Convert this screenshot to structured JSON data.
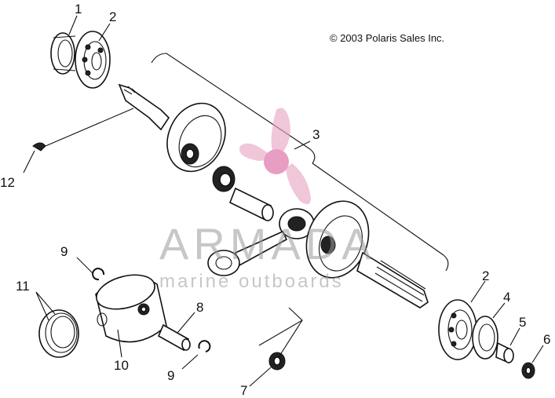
{
  "copyright": "© 2003 Polaris Sales Inc.",
  "watermark": {
    "brand": "ARMADA",
    "tagline": "marine outboards",
    "logo_color": "#e8a6c4"
  },
  "callouts": {
    "n1": "1",
    "n2_top": "2",
    "n3": "3",
    "n12": "12",
    "n9_top": "9",
    "n11": "11",
    "n10": "10",
    "n8": "8",
    "n9_bottom": "9",
    "n7": "7",
    "n2_right": "2",
    "n4": "4",
    "n5": "5",
    "n6": "6"
  }
}
